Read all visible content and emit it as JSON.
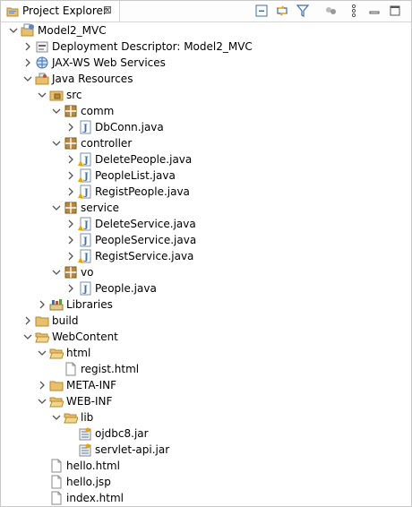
{
  "view": {
    "title": "Project Explorer",
    "close_glyph": "⊠"
  },
  "toolbar": [
    {
      "name": "collapse-all-icon"
    },
    {
      "name": "link-with-editor-icon"
    },
    {
      "name": "filter-icon"
    },
    {
      "name": "sync-icon"
    },
    {
      "name": "view-menu-icon"
    },
    {
      "name": "minimize-icon"
    },
    {
      "name": "maximize-icon"
    }
  ],
  "tree": [
    {
      "label": "Model2_MVC",
      "depth": 0,
      "expand": "open",
      "icon": "project"
    },
    {
      "label": "Deployment Descriptor: Model2_MVC",
      "depth": 1,
      "expand": "closed",
      "icon": "descriptor"
    },
    {
      "label": "JAX-WS Web Services",
      "depth": 1,
      "expand": "closed",
      "icon": "webservice"
    },
    {
      "label": "Java Resources",
      "depth": 1,
      "expand": "open",
      "icon": "javares"
    },
    {
      "label": "src",
      "depth": 2,
      "expand": "open",
      "icon": "srcfolder"
    },
    {
      "label": "comm",
      "depth": 3,
      "expand": "open",
      "icon": "package"
    },
    {
      "label": "DbConn.java",
      "depth": 4,
      "expand": "closed",
      "icon": "java"
    },
    {
      "label": "controller",
      "depth": 3,
      "expand": "open",
      "icon": "package"
    },
    {
      "label": "DeletePeople.java",
      "depth": 4,
      "expand": "closed",
      "icon": "java-warn"
    },
    {
      "label": "PeopleList.java",
      "depth": 4,
      "expand": "closed",
      "icon": "java-warn"
    },
    {
      "label": "RegistPeople.java",
      "depth": 4,
      "expand": "closed",
      "icon": "java-warn"
    },
    {
      "label": "service",
      "depth": 3,
      "expand": "open",
      "icon": "package"
    },
    {
      "label": "DeleteService.java",
      "depth": 4,
      "expand": "closed",
      "icon": "java-warn"
    },
    {
      "label": "PeopleService.java",
      "depth": 4,
      "expand": "closed",
      "icon": "java"
    },
    {
      "label": "RegistService.java",
      "depth": 4,
      "expand": "closed",
      "icon": "java-warn"
    },
    {
      "label": "vo",
      "depth": 3,
      "expand": "open",
      "icon": "package"
    },
    {
      "label": "People.java",
      "depth": 4,
      "expand": "closed",
      "icon": "java"
    },
    {
      "label": "Libraries",
      "depth": 2,
      "expand": "closed",
      "icon": "library"
    },
    {
      "label": "build",
      "depth": 1,
      "expand": "closed",
      "icon": "folder"
    },
    {
      "label": "WebContent",
      "depth": 1,
      "expand": "open",
      "icon": "folder-open"
    },
    {
      "label": "html",
      "depth": 2,
      "expand": "open",
      "icon": "folder-open"
    },
    {
      "label": "regist.html",
      "depth": 3,
      "expand": "none",
      "icon": "file"
    },
    {
      "label": "META-INF",
      "depth": 2,
      "expand": "closed",
      "icon": "folder"
    },
    {
      "label": "WEB-INF",
      "depth": 2,
      "expand": "open",
      "icon": "folder-open"
    },
    {
      "label": "lib",
      "depth": 3,
      "expand": "open",
      "icon": "folder-open"
    },
    {
      "label": "ojdbc8.jar",
      "depth": 4,
      "expand": "none",
      "icon": "jar"
    },
    {
      "label": "servlet-api.jar",
      "depth": 4,
      "expand": "none",
      "icon": "jar"
    },
    {
      "label": "hello.html",
      "depth": 2,
      "expand": "none",
      "icon": "file"
    },
    {
      "label": "hello.jsp",
      "depth": 2,
      "expand": "none",
      "icon": "file"
    },
    {
      "label": "index.html",
      "depth": 2,
      "expand": "none",
      "icon": "file"
    }
  ],
  "colors": {
    "folder": "#e8c06a",
    "folder_stroke": "#b9892c",
    "java": "#3b6fb6",
    "package": "#b98a3e",
    "warn": "#e6a700"
  }
}
